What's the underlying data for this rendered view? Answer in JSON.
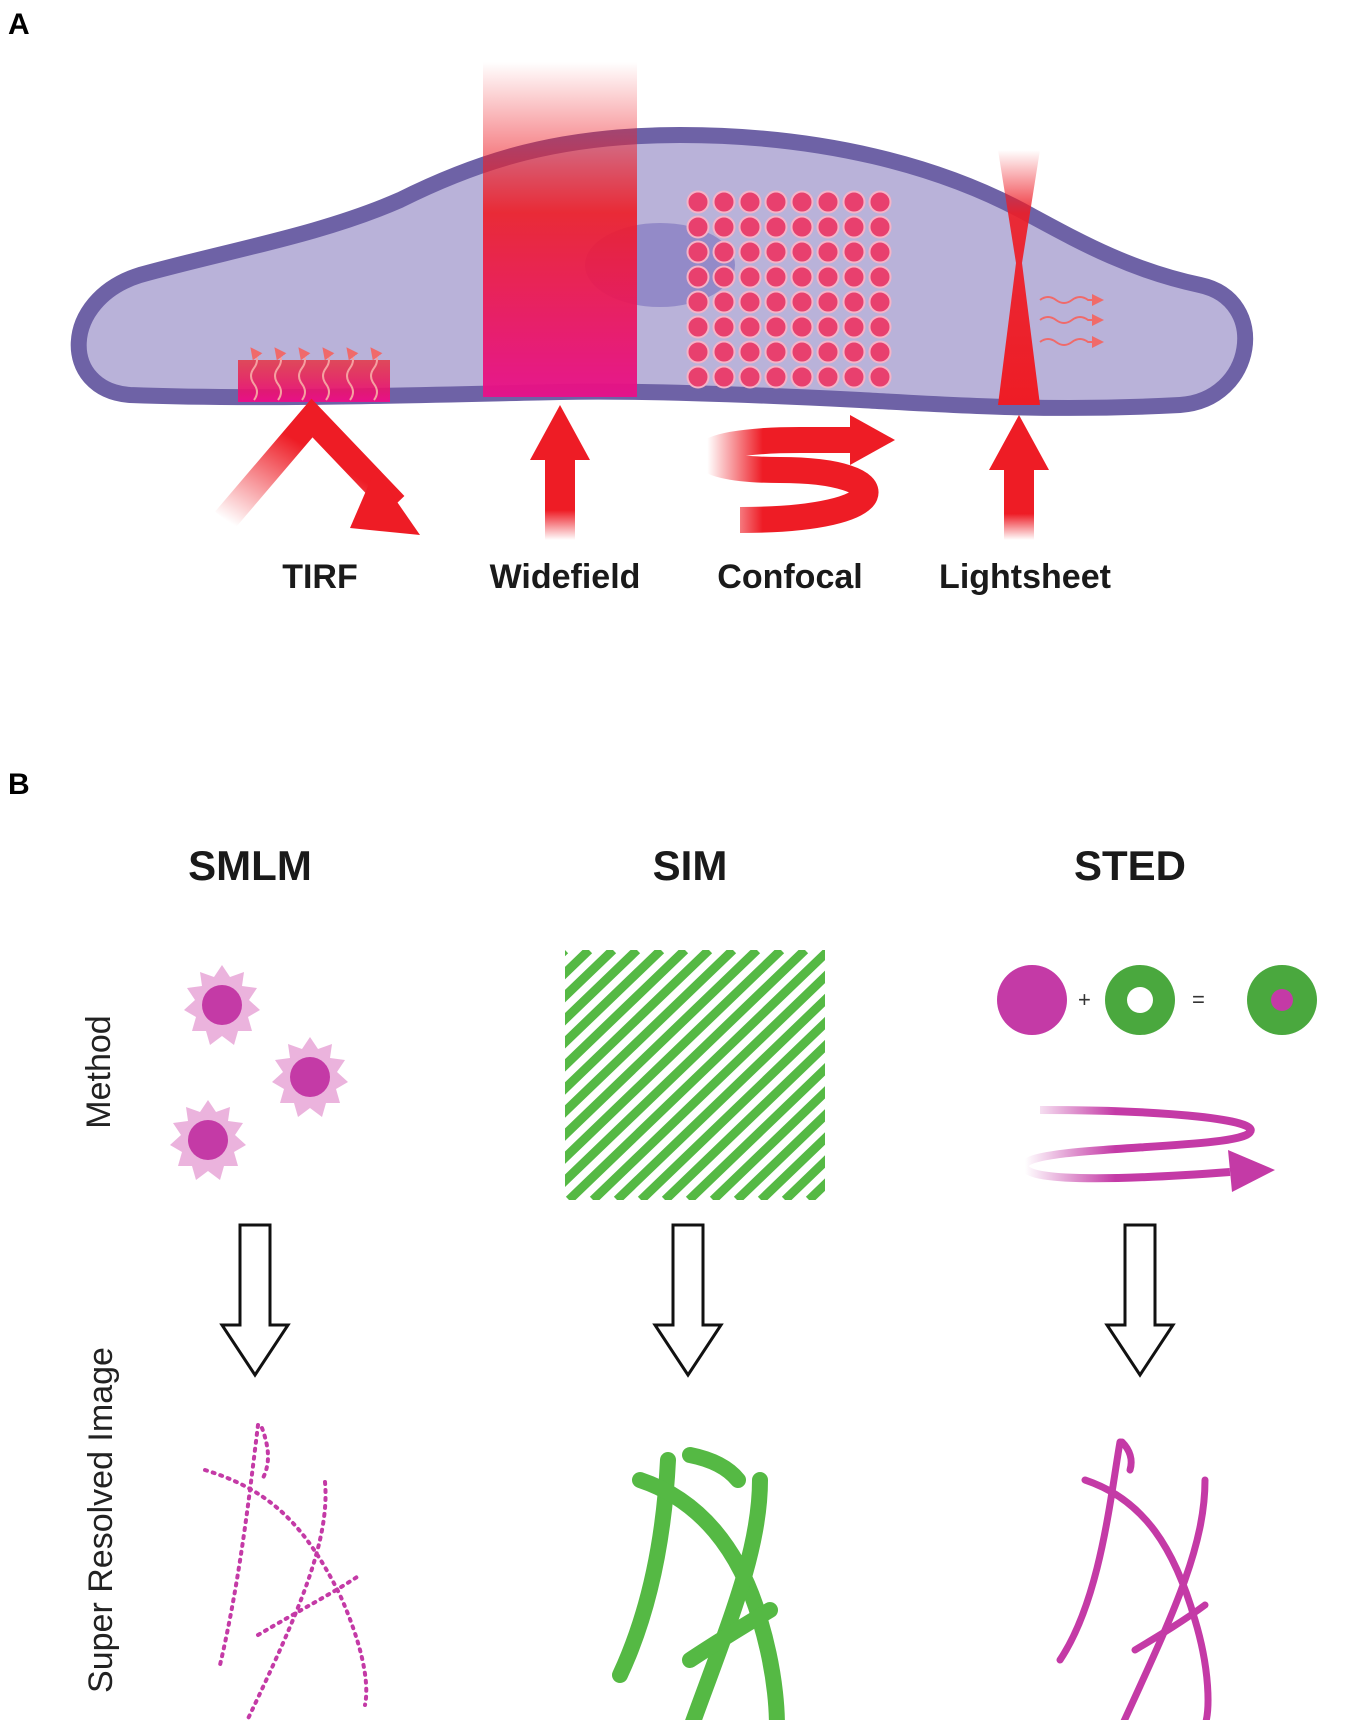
{
  "panels": {
    "a": {
      "letter": "A"
    },
    "b": {
      "letter": "B"
    }
  },
  "panel_a": {
    "techniques": [
      "TIRF",
      "Widefield",
      "Confocal",
      "Lightsheet"
    ]
  },
  "panel_b": {
    "columns": [
      "SMLM",
      "SIM",
      "STED"
    ],
    "row_labels": {
      "method": "Method",
      "result": "Super Resolved Image"
    },
    "sted_equation": {
      "plus": "+",
      "equals": "="
    }
  },
  "colors": {
    "cell_membrane": "#6e62a6",
    "cell_interior": "#b9b2d9",
    "nucleus": "#8c82c4",
    "laser_red": "#ee1c25",
    "fluor_magenta": "#c43aa6",
    "sim_green": "#55b944",
    "sted_green": "#4aa83e"
  }
}
